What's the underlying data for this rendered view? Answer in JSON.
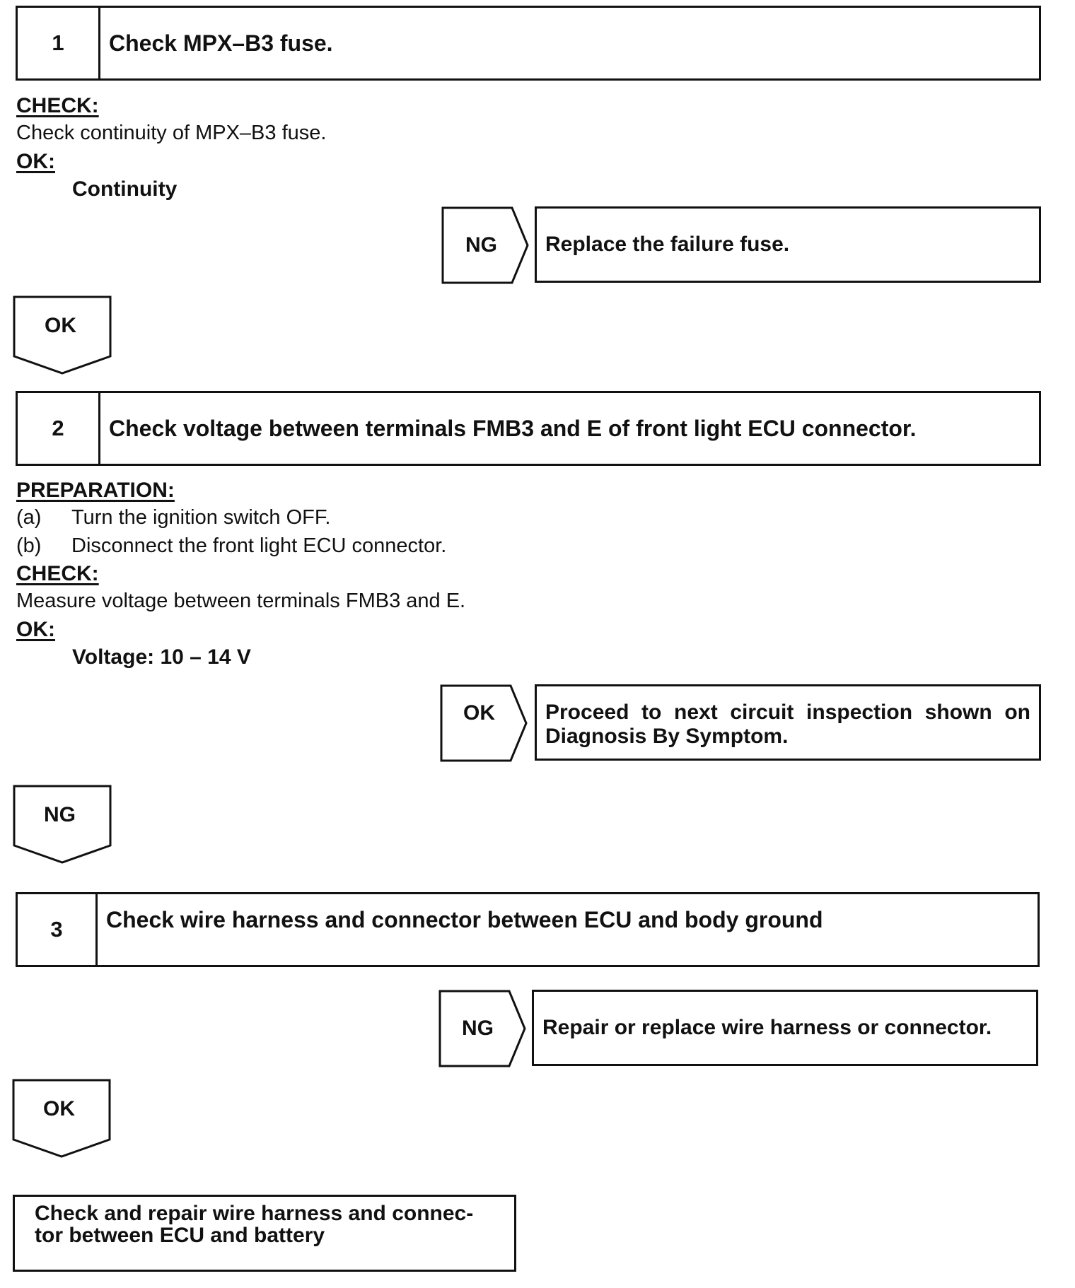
{
  "step1": {
    "number": "1",
    "title": "Check MPX–B3 fuse.",
    "check_label": "CHECK:",
    "check_text": "Check continuity of MPX–B3 fuse.",
    "ok_label": "OK:",
    "ok_spec": "Continuity",
    "branch_tag": "NG",
    "branch_result": "Replace the failure fuse.",
    "next_tag": "OK"
  },
  "step2": {
    "number": "2",
    "title": "Check voltage between terminals FMB3 and E of front light ECU connector.",
    "prep_label": "PREPARATION:",
    "prep_items": [
      {
        "letter": "(a)",
        "text": "Turn the ignition switch OFF."
      },
      {
        "letter": "(b)",
        "text": "Disconnect the front light ECU connector."
      }
    ],
    "check_label": "CHECK:",
    "check_text": "Measure voltage between terminals FMB3 and E.",
    "ok_label": "OK:",
    "ok_spec": "Voltage: 10 – 14 V",
    "branch_tag": "OK",
    "branch_result_line1": "Proceed to next circuit inspection shown on",
    "branch_result_line2": "Diagnosis By Symptom.",
    "next_tag": "NG"
  },
  "step3": {
    "number": "3",
    "title": "Check wire harness and connector between ECU and body ground",
    "branch_tag": "NG",
    "branch_result": "Repair or replace wire harness or connector.",
    "next_tag": "OK"
  },
  "final": {
    "line1": "Check and repair wire harness and connec-",
    "line2": "tor between ECU and battery"
  }
}
